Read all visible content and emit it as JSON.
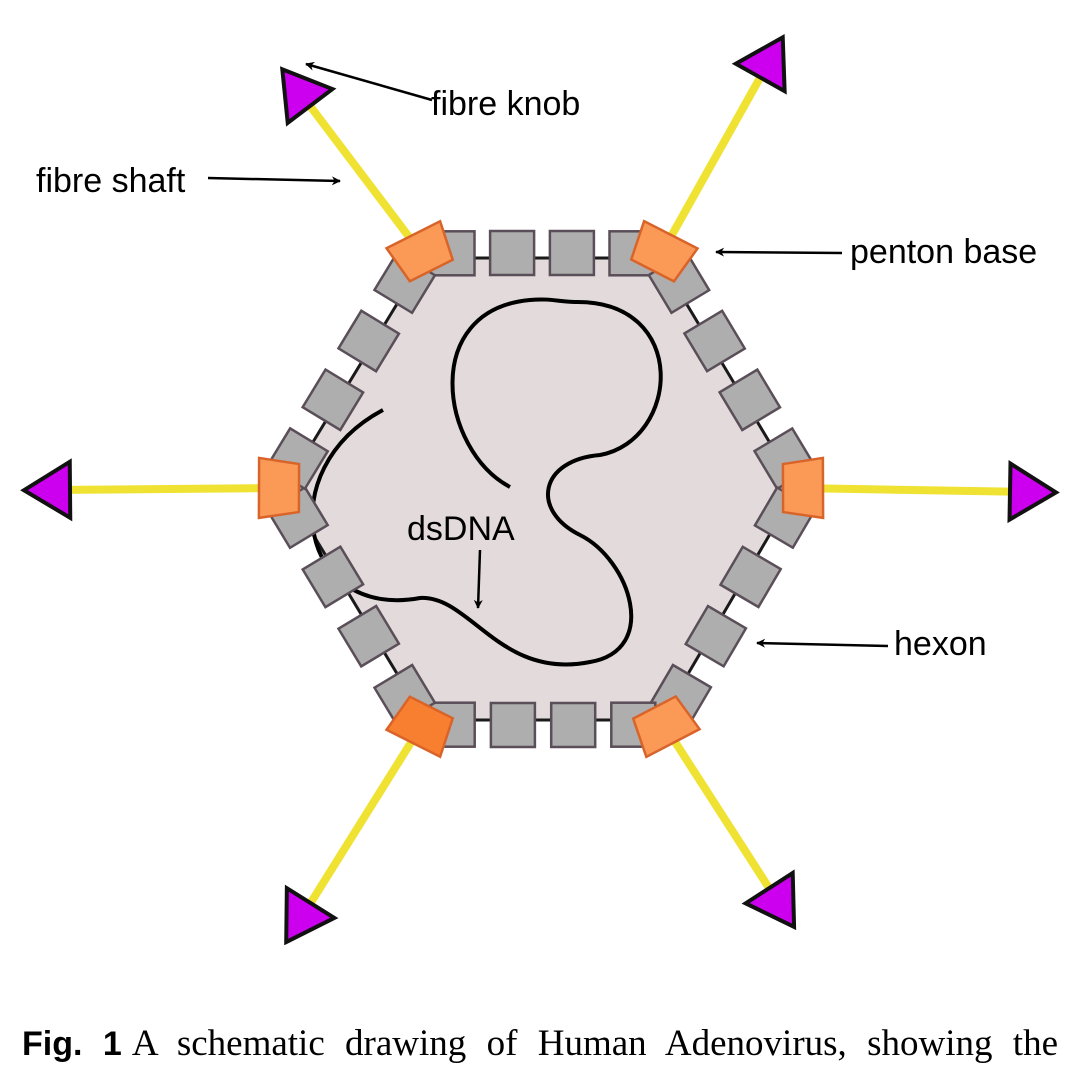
{
  "labels": {
    "fibre_knob": "fibre knob",
    "fibre_shaft": "fibre shaft",
    "penton_base": "penton base",
    "hexon": "hexon",
    "dsdna": "dsDNA"
  },
  "caption": {
    "figure_label": "Fig. 1",
    "text": "A schematic drawing of Human Adenovirus, showing the"
  },
  "colors": {
    "capsid_fill": "#e3dadc",
    "hexon_fill": "#aeaeae",
    "hexon_stroke": "#5a4e58",
    "penton_fill": "#fb9a57",
    "penton_fill_dark": "#f97f30",
    "penton_stroke": "#d9642a",
    "fibre": "#f0e232",
    "knob": "#cc00ee"
  }
}
